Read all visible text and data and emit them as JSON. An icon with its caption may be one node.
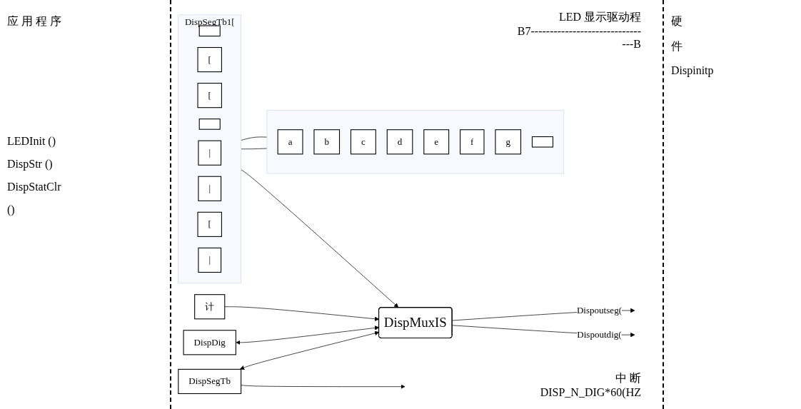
{
  "diagram": {
    "nodes": [
      {
        "text": [
          "DispSegTb1["
        ]
      },
      {
        "text": [],
        "shape": "box",
        "in": 0
      },
      {
        "text": [
          "["
        ],
        "in": 0
      },
      {
        "text": [
          "["
        ],
        "in": 0
      },
      {
        "text": [],
        "shape": "box",
        "in": 0
      },
      {
        "text": [
          "|"
        ],
        "in": 0
      },
      {
        "text": [
          "|"
        ],
        "in": 0
      },
      {
        "text": [
          "["
        ],
        "in": 0
      },
      {
        "text": [
          "|"
        ],
        "in": 0
      },
      {
        "text": [],
        "shape": "bar"
      },
      {
        "text": [
          "a"
        ],
        "in": 9
      },
      {
        "text": [
          "b"
        ],
        "in": 9
      },
      {
        "text": [
          "c"
        ],
        "in": 9
      },
      {
        "text": [
          "d"
        ],
        "in": 9
      },
      {
        "text": [
          "e"
        ],
        "in": 9
      },
      {
        "text": [
          "f"
        ],
        "in": 9
      },
      {
        "text": [
          "g"
        ],
        "in": 9
      },
      {
        "text": [],
        "shape": "box",
        "in": 9
      },
      {
        "text": [
          "DispSegTb"
        ]
      },
      {
        "text": [
          "DispMuxIS"
        ]
      },
      {
        "text": [
          "DispDig"
        ]
      },
      {
        "text": [
          "计"
        ]
      }
    ],
    "edges": [
      {
        "from": 0,
        "to": 9,
        "arrow": "none"
      },
      {
        "from": 0,
        "to": 9,
        "arrow": "none"
      },
      {
        "from": 18,
        "to": null,
        "arrow": "to"
      },
      {
        "from": 18,
        "to": 19,
        "arrow": "both"
      },
      {
        "from": 0,
        "to": 19,
        "arrow": "to"
      },
      {
        "from": 20,
        "to": 19,
        "arrow": "both"
      },
      {
        "from": 21,
        "to": 19,
        "arrow": "to"
      },
      {
        "from": 19,
        "to": null,
        "arrow": "to",
        "label": "Dispoutseg("
      },
      {
        "from": 19,
        "to": null,
        "arrow": "to",
        "label": "Dispoutdig("
      }
    ],
    "labels": [
      "应 用 程 序",
      "LED 显示驱动程",
      "硬",
      "件",
      "B7-----------------------------",
      "---B",
      "Dispinitp",
      "LEDInit ()",
      "DispStr ()",
      "DispStatClr",
      "()",
      "中 断",
      "DISP_N_DIG*60(HZ"
    ]
  }
}
